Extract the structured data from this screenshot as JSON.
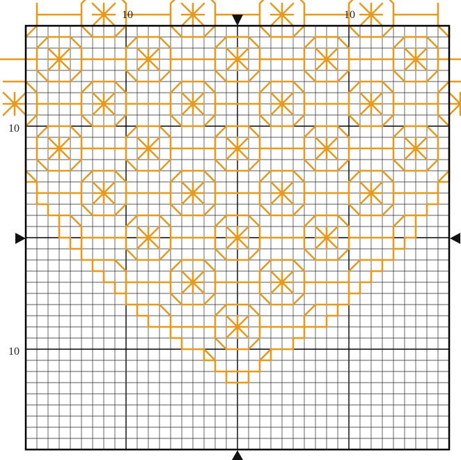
{
  "labels": {
    "top_left": "10",
    "top_right": "10",
    "left_upper": "10",
    "left_lower": "10"
  },
  "colors": {
    "stitch": "#E39A1E",
    "grid_minor": "#222222",
    "grid_major": "#000000",
    "marker": "#111111"
  }
}
